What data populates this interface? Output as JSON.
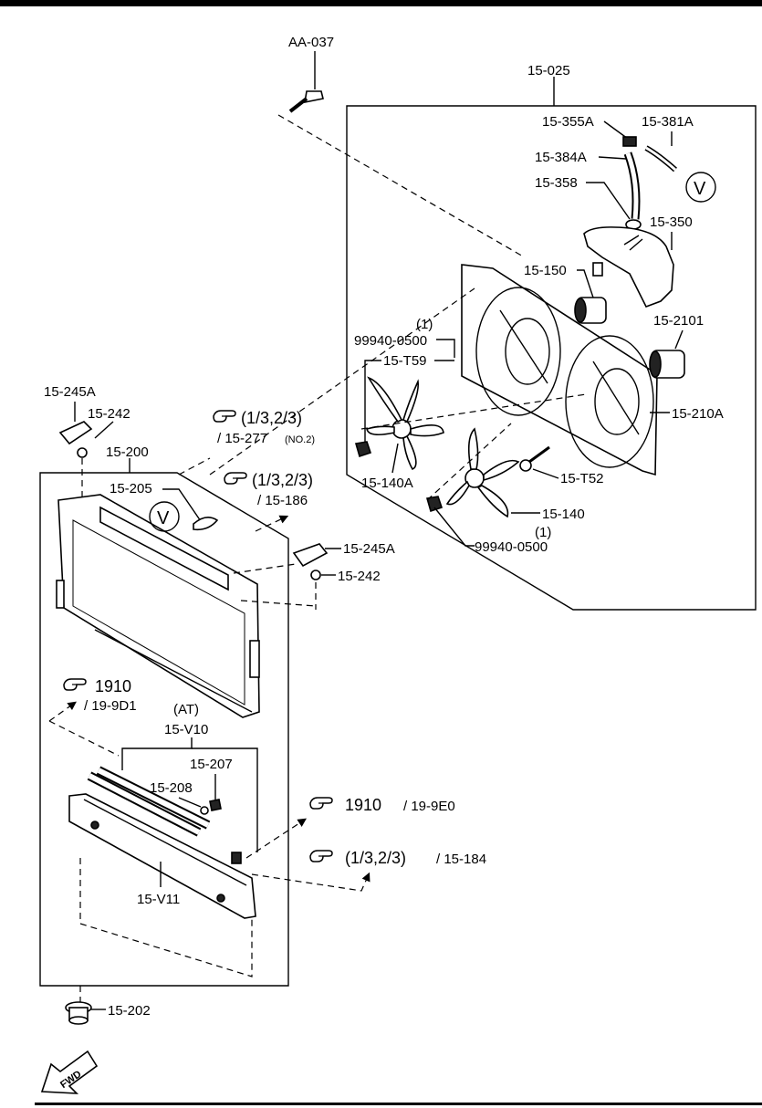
{
  "labels": {
    "aa037": "AA-037",
    "p15_025": "15-025",
    "p15_355A": "15-355A",
    "p15_381A": "15-381A",
    "p15_384A": "15-384A",
    "p15_358": "15-358",
    "p15_350": "15-350",
    "p15_150": "15-150",
    "p15_2101": "15-2101",
    "qty1_a": "(1)",
    "p99940_a": "99940-0500",
    "p15_T59": "15-T59",
    "p15_210A": "15-210A",
    "p15_140A": "15-140A",
    "p15_T52": "15-T52",
    "p15_140": "15-140",
    "qty1_b": "(1)",
    "p99940_b": "99940-0500",
    "p15_245A_top": "15-245A",
    "p15_242_top": "15-242",
    "p15_200": "15-200",
    "p15_205": "15-205",
    "p15_245A_mid": "15-245A",
    "p15_242_mid": "15-242",
    "at": "(AT)",
    "p15_V10": "15-V10",
    "p15_207": "15-207",
    "p15_208": "15-208",
    "p15_V11": "15-V11",
    "p15_202": "15-202",
    "v_top": "V",
    "v_mid": "V",
    "fwd": "FWD"
  },
  "refs": {
    "r1": {
      "main": "(1/3,2/3)",
      "sub": "/ 15-277",
      "note": "(NO.2)"
    },
    "r2": {
      "main": "(1/3,2/3)",
      "sub": "/ 15-186"
    },
    "r3": {
      "main": "1910",
      "sub": "/ 19-9D1"
    },
    "r4": {
      "main": "1910",
      "sub": "/ 19-9E0"
    },
    "r5": {
      "main": "(1/3,2/3)",
      "sub": "/ 15-184"
    }
  },
  "icons": {
    "reference": "pointing-hand-icon",
    "forward": "fwd-arrow-icon"
  }
}
